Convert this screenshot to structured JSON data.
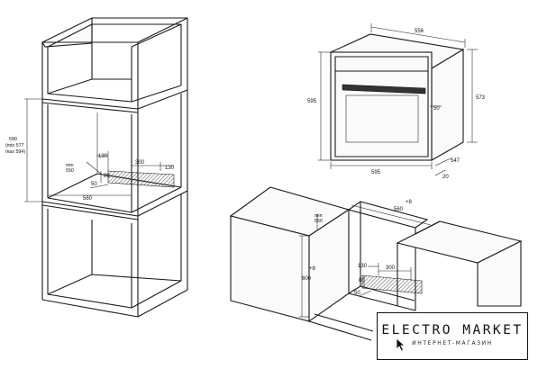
{
  "left_cabinet": {
    "height_label": [
      "590",
      "(min 577",
      "max 594)"
    ],
    "min_depth_label": [
      "min",
      "550"
    ],
    "opening_left": "130",
    "opening_width": "300",
    "opening_right": "130",
    "opening_height": "80",
    "opening_bottom": "50",
    "width": "560"
  },
  "oven": {
    "width_top": "556",
    "height_front": "595",
    "height_side": "573",
    "panel_offset": "50",
    "width_bottom": "595",
    "depth": "547",
    "door_depth": "20"
  },
  "right_cabinet": {
    "depth_label": [
      "min",
      "550"
    ],
    "width_label": "560",
    "width_tol": "+8",
    "height_label": "600",
    "height_tol": "+8",
    "opening_left": "130",
    "opening_width": "300",
    "opening_height": "80",
    "opening_bottom": "50"
  },
  "logo": {
    "title": "ELECTRO MARKET",
    "subtitle": "ИНТЕРНЕТ-МАГАЗИН"
  }
}
